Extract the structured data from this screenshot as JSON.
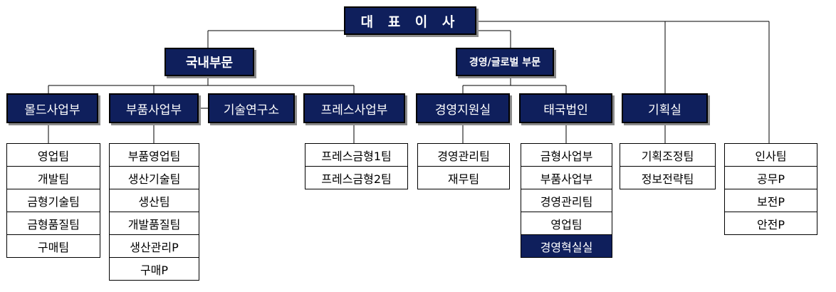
{
  "ceo": "대 표 이 사",
  "divisions": {
    "domestic": "국내부문",
    "global": "경영/글로벌 부문"
  },
  "departments": {
    "mold": "몰드사업부",
    "parts": "부품사업부",
    "rnd": "기술연구소",
    "press": "프레스사업부",
    "mgmt_support": "경영지원실",
    "thailand": "태국법인",
    "planning": "기획실"
  },
  "teams": {
    "mold": [
      "영업팀",
      "개발팀",
      "금형기술팀",
      "금형품질팀",
      "구매팀"
    ],
    "parts": [
      "부품영업팀",
      "생산기술팀",
      "생산팀",
      "개발품질팀",
      "생산관리P",
      "구매P"
    ],
    "press": [
      "프레스금형1팀",
      "프레스금형2팀"
    ],
    "mgmt_support": [
      "경영관리팀",
      "재무팀"
    ],
    "thailand": [
      "금형사업부",
      "부품사업부",
      "경영관리팀",
      "영업팀",
      "경영혁실실"
    ],
    "planning": [
      "기획조정팀",
      "정보전략팀"
    ],
    "hr": [
      "인사팀",
      "공무P",
      "보전P",
      "안전P"
    ]
  },
  "colors": {
    "dark_fill": "#0f1f5c",
    "shadow": "#8c8c8c",
    "line": "#000000"
  }
}
